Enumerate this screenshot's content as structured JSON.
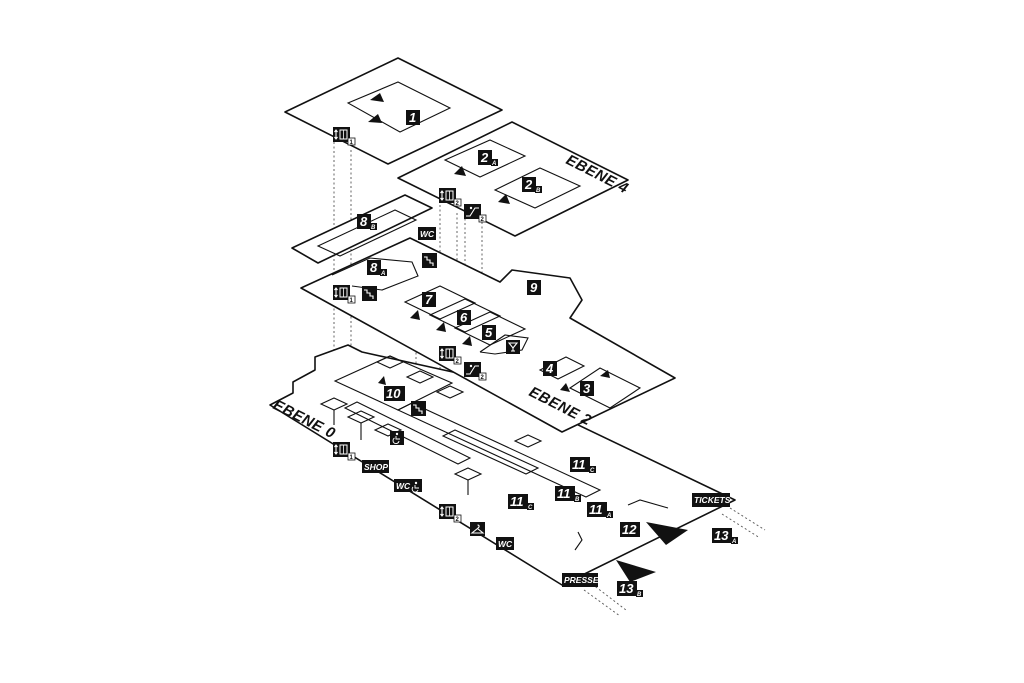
{
  "levels": {
    "top": "EBENE 4",
    "middle": "EBENE 2",
    "bottom": "EBENE 0"
  },
  "rooms": [
    {
      "num": "1",
      "sub": ""
    },
    {
      "num": "2",
      "sub": "A"
    },
    {
      "num": "2",
      "sub": "B"
    },
    {
      "num": "3",
      "sub": ""
    },
    {
      "num": "4",
      "sub": ""
    },
    {
      "num": "5",
      "sub": ""
    },
    {
      "num": "6",
      "sub": ""
    },
    {
      "num": "7",
      "sub": ""
    },
    {
      "num": "8",
      "sub": "A"
    },
    {
      "num": "8",
      "sub": "B"
    },
    {
      "num": "9",
      "sub": ""
    },
    {
      "num": "10",
      "sub": ""
    },
    {
      "num": "11",
      "sub": "A"
    },
    {
      "num": "11",
      "sub": "B"
    },
    {
      "num": "11",
      "sub": "C"
    },
    {
      "num": "11",
      "sub": "C"
    },
    {
      "num": "12",
      "sub": ""
    },
    {
      "num": "13",
      "sub": "A"
    },
    {
      "num": "13",
      "sub": "B"
    }
  ],
  "tags": {
    "wc": "WC",
    "shop": "SHOP",
    "wc_accessible": "WC",
    "wc_bottom": "WC",
    "tickets": "TICKETS",
    "presse": "PRESSE"
  },
  "icons": {
    "elevator": "elevator-icon",
    "escalator": "escalator-icon",
    "stairs": "stairs-icon",
    "wheelchair": "wheelchair-icon",
    "bar": "cocktail-icon",
    "cloakroom": "hanger-icon"
  },
  "elevator_subs": {
    "e1_top": "1",
    "e2_top": "2",
    "e3_top": "2",
    "e1_mid": "1",
    "e2_mid": "2",
    "e3_mid": "2",
    "e1_bot": "1",
    "e2_bot": "2"
  }
}
